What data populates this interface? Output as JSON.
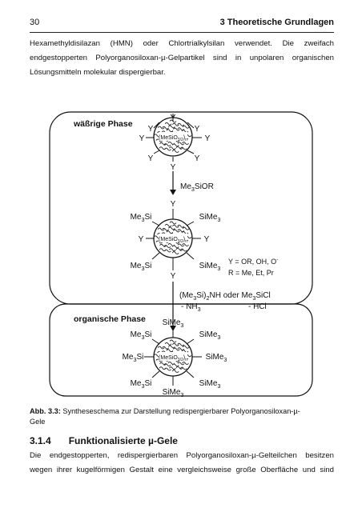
{
  "header": {
    "page_number": "30",
    "chapter": "3 Theoretische Grundlagen"
  },
  "intro_lines": [
    "Hexamethyldisilazan (HMN) oder Chlortrialkylsilan verwendet. Die zweifach",
    "endgestopperten Polyorganosiloxan-µ-Gelpartikel sind in unpolaren organischen",
    "Lösungsmitteln molekular dispergierbar."
  ],
  "figure": {
    "aqueous_phase": "wäßrige Phase",
    "organic_phase": "organische Phase",
    "y": "Y",
    "core_label": "(MeSiO",
    "core_sub": "3/2",
    "core_n": "n",
    "step1": {
      "a": "Me",
      "a_sub": "3",
      "b": "SiOR"
    },
    "sime3": {
      "a": "SiMe",
      "sub": "3"
    },
    "me3si": {
      "a": "Me",
      "sub": "3",
      "b": "Si"
    },
    "legend_line1": "Y = OR, OH, O",
    "legend_sup": "-",
    "legend_line2": "R = Me, Et, Pr",
    "step2_line1": {
      "a": "(Me",
      "a_sub": "3",
      "b": "Si)",
      "b_sub": "2",
      "c": "NH oder Me",
      "c_sub": "3",
      "d": "SiCl"
    },
    "step2_line2": {
      "a": "- NH",
      "a_sub": "3",
      "b": "- HCl"
    }
  },
  "caption": {
    "label": "Abb. 3.3:",
    "text": " Syntheseschema zur Darstellung redispergierbarer Polyorganosiloxan-µ-",
    "text2": "Gele"
  },
  "section": {
    "number": "3.1.4",
    "title": "Funktionalisierte µ-Gele"
  },
  "outro_lines": [
    "Die endgestopperten, redispergierbaren Polyorganosiloxan-µ-Gelteilchen besitzen",
    "wegen ihrer kugelförmigen Gestalt eine vergleichsweise große Oberfläche und sind"
  ]
}
